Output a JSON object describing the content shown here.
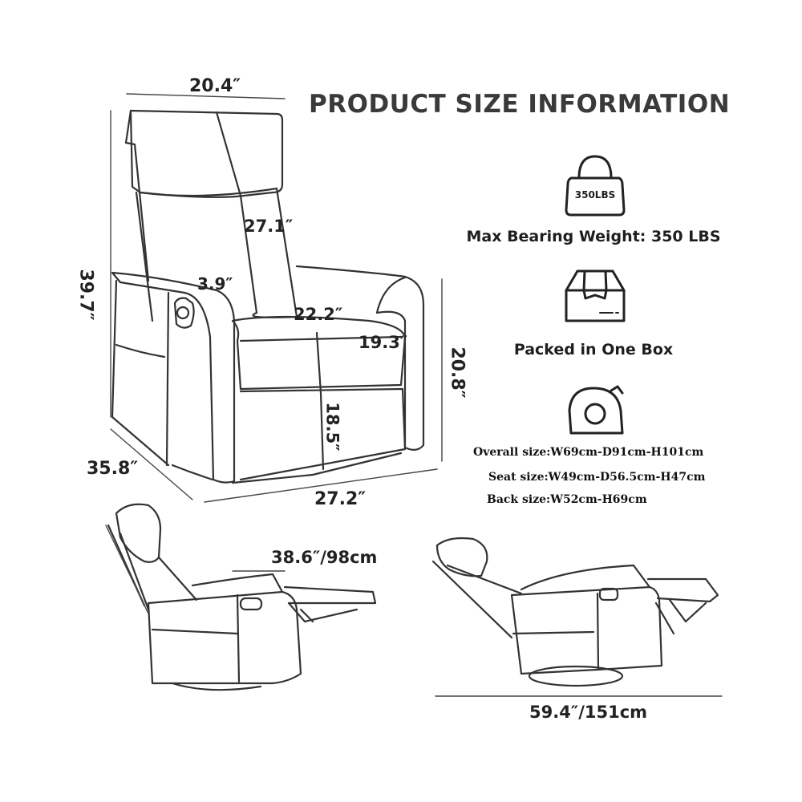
{
  "title": "PRODUCT SIZE INFORMATION",
  "features": {
    "weight_badge": "350LBS",
    "weight_label": "Max Bearing Weight: 350 LBS",
    "box_label": "Packed in One Box"
  },
  "specs": {
    "overall": "Overall size:W69cm-D91cm-H101cm",
    "seat": "Seat size:W49cm-D56.5cm-H47cm",
    "back": "Back size:W52cm-H69cm"
  },
  "dimensions": {
    "top_width": "20.4″",
    "total_height": "39.7″",
    "back_height": "27.1″",
    "arm_width": "3.9″",
    "seat_width": "22.2″",
    "seat_depth": "19.3″",
    "arm_height": "20.8″",
    "seat_height": "18.5″",
    "depth": "35.8″",
    "width": "27.2″",
    "reclined_height": "38.6″/98cm",
    "reclined_length": "59.4″/151cm"
  }
}
